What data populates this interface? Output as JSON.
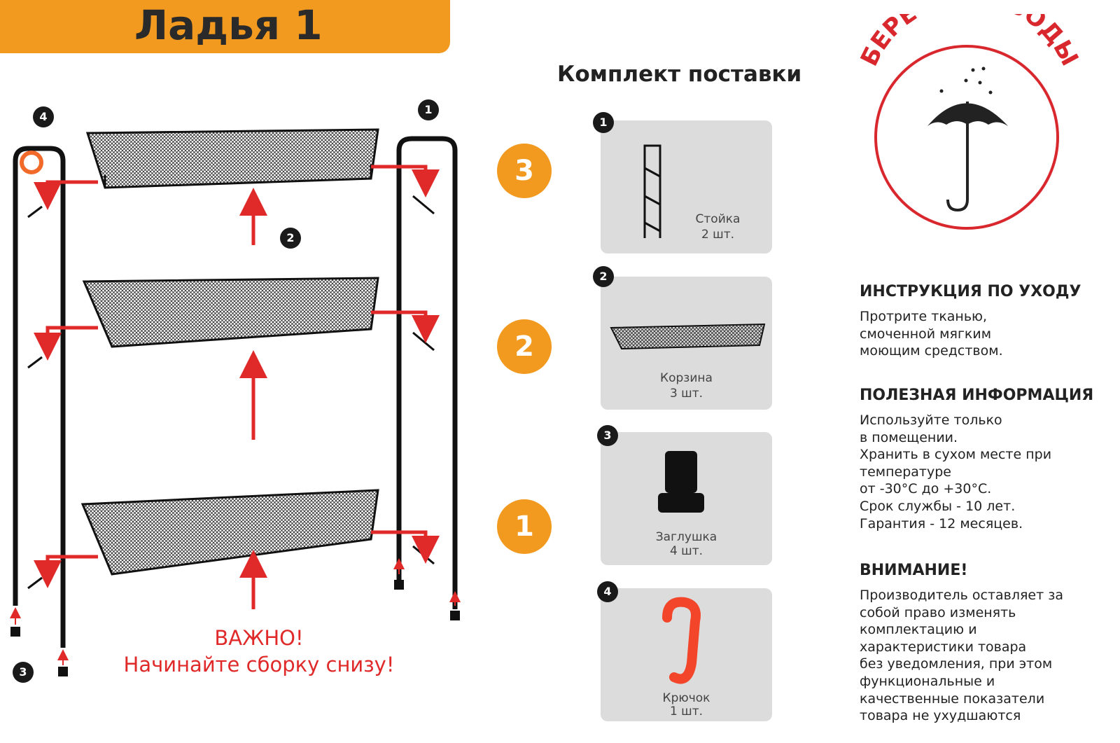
{
  "title": "Ладья 1",
  "kit": {
    "title": "Комплект поставки",
    "items": [
      {
        "num": "1",
        "name": "Стойка",
        "qty": "2 шт."
      },
      {
        "num": "2",
        "name": "Корзина",
        "qty": "3 шт."
      },
      {
        "num": "3",
        "name": "Заглушка",
        "qty": "4 шт."
      },
      {
        "num": "4",
        "name": "Крючок",
        "qty": "1 шт."
      }
    ]
  },
  "steps": [
    "3",
    "2",
    "1"
  ],
  "diagram_labels": {
    "post": "1",
    "basket": "2",
    "cap": "3",
    "hook": "4"
  },
  "important": {
    "line1": "ВАЖНО!",
    "line2": "Начинайте сборку снизу!"
  },
  "badge": {
    "text": "БЕРЕЧЬ ОТ ВОДЫ"
  },
  "care": {
    "heading": "ИНСТРУКЦИЯ ПО УХОДУ",
    "lines": [
      "Протрите тканью,",
      "смоченной мягким",
      "моющим средством."
    ]
  },
  "info": {
    "heading": "ПОЛЕЗНАЯ ИНФОРМАЦИЯ",
    "lines": [
      "Используйте только",
      "в помещении.",
      "Хранить в сухом месте при",
      "температуре",
      "от -30°C до +30°C.",
      "Срок службы - 10 лет.",
      "Гарантия - 12 месяцев."
    ]
  },
  "warning": {
    "heading": "ВНИМАНИЕ!",
    "lines": [
      "Производитель оставляет за",
      "собой право изменять",
      "комплектацию и",
      "характеристики товара",
      "без уведомления, при этом",
      "функциональные и",
      "качественные показатели",
      "товара не ухудшаются"
    ]
  },
  "colors": {
    "orange": "#f29a1f",
    "red": "#e02a2a",
    "card": "#dcdcdc"
  }
}
